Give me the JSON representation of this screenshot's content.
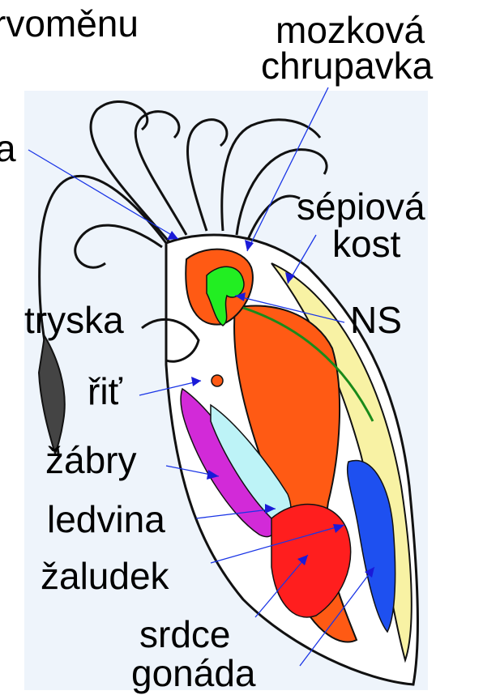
{
  "labels": {
    "top_left": "rvoměnu",
    "brain_cartilage_1": "mozková",
    "brain_cartilage_2": "chrupavka",
    "left_partial": "a",
    "cuttlebone_1": "sépiová",
    "cuttlebone_2": "kost",
    "ns": "NS",
    "funnel": "tryska",
    "anus": "řiť",
    "gills": "žábry",
    "kidney": "ledvina",
    "stomach": "žaludek",
    "heart": "srdce",
    "gonad": "gonáda"
  },
  "colors": {
    "background_panel": "#eef4fb",
    "pointer_line": "#1a35e6",
    "arrowhead": "#1a1ad8",
    "digestive": "#ff5a14",
    "nervous_system": "#22ee22",
    "gills": "#d22ad8",
    "kidney": "#bdf3f7",
    "stomach_heart": "#ff1e1e",
    "gonad": "#1e50f0",
    "cuttlebone": "#f8f2a4",
    "outline": "#111111"
  }
}
